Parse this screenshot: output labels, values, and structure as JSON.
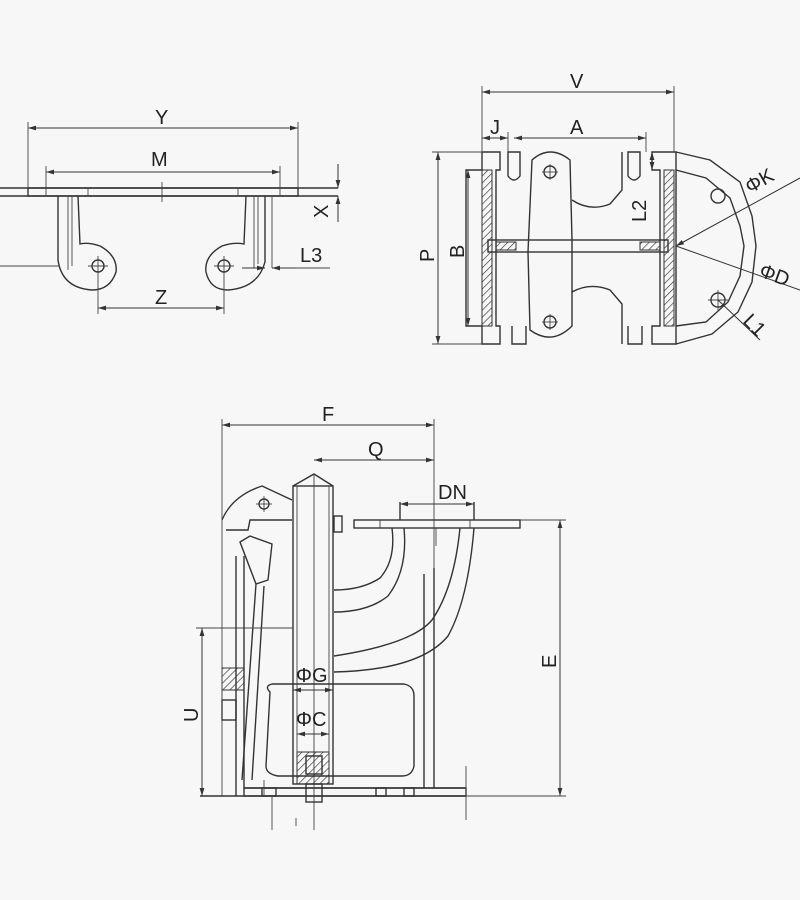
{
  "labels": {
    "Y": "Y",
    "M": "M",
    "X": "X",
    "L3": "L3",
    "Z": "Z",
    "V": "V",
    "J": "J",
    "A": "A",
    "P": "P",
    "B": "B",
    "L2": "L2",
    "PhiK": "ΦK",
    "PhiD": "ΦD",
    "L1": "L1",
    "F": "F",
    "Q": "Q",
    "DN": "DN",
    "E": "E",
    "U": "U",
    "PhiG": "ΦG",
    "PhiC": "ΦC"
  }
}
